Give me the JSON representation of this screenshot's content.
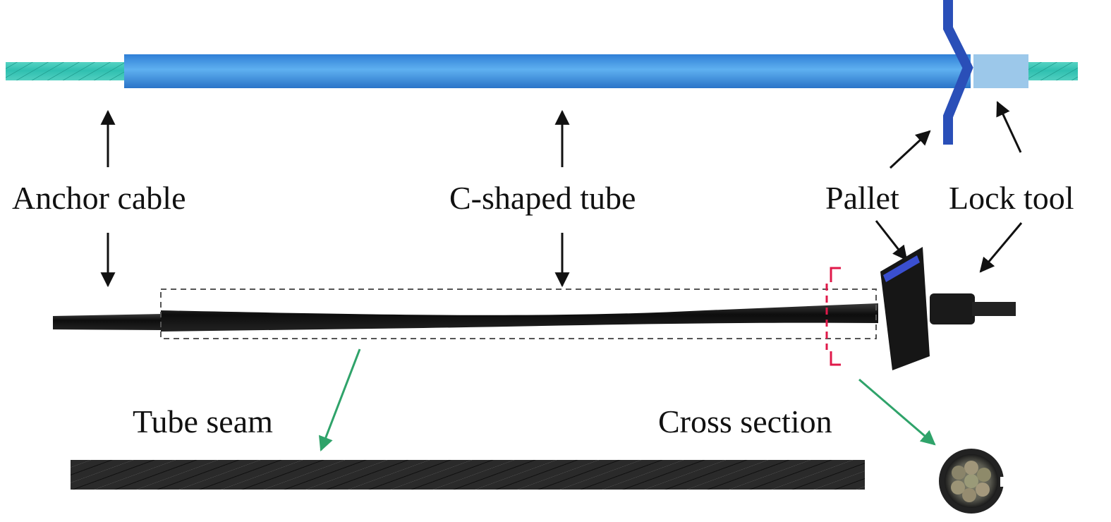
{
  "labels": {
    "anchor_cable": "Anchor cable",
    "c_shaped_tube": "C-shaped tube",
    "pallet": "Pallet",
    "lock_tool": "Lock tool",
    "tube_seam": "Tube seam",
    "cross_section": "Cross section"
  },
  "colors": {
    "cable_strand": "#3fd0c0",
    "tube_blue": "#3a8ee0",
    "pallet_blue": "#2a4fb8",
    "lock_tool_blue": "#9cc8ea",
    "arrow_black": "#111111",
    "arrow_green": "#2fa36a",
    "section_marker": "#e0194a",
    "dashed_box": "#555555"
  },
  "icons": {
    "schematic": "cable-tube-schematic",
    "photo": "anchor-photo",
    "seam_photo": "tube-seam-photo",
    "cross_section": "cross-section-photo"
  }
}
